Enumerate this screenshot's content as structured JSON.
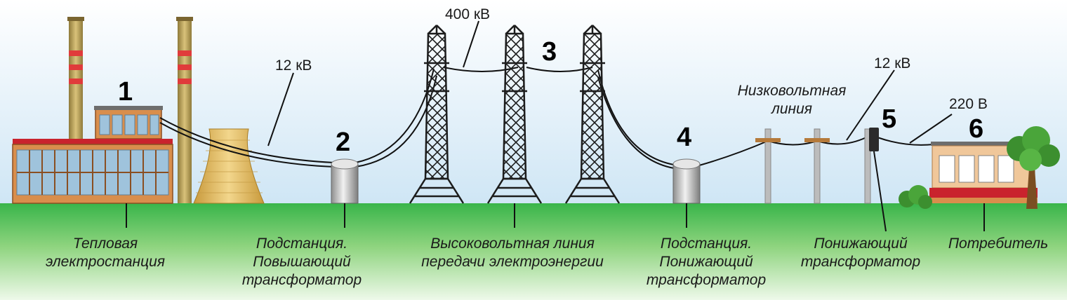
{
  "numbers": [
    "1",
    "2",
    "3",
    "4",
    "5",
    "6"
  ],
  "voltages": {
    "plant_line": "12 кВ",
    "high_voltage": "400 кВ",
    "low_voltage": "12 кВ",
    "consumer": "220 В"
  },
  "labels": {
    "power_plant": [
      "Тепловая",
      "электростанция"
    ],
    "step_up_substation": [
      "Подстанция.",
      "Повышающий",
      "трансформатор"
    ],
    "hv_line": [
      "Высоковольтная линия",
      "передачи электроэнергии"
    ],
    "step_down_substation": [
      "Подстанция.",
      "Понижающий",
      "трансформатор"
    ],
    "lv_line": [
      "Низковольтная",
      "линия"
    ],
    "step_down_transformer": [
      "Понижающий",
      "трансформатор"
    ],
    "consumer": [
      "Потребитель"
    ]
  },
  "colors": {
    "sky_top": "#ffffff",
    "sky_bottom": "#cfe6f5",
    "grass_top": "#39b54a",
    "grass_bottom": "#e8f7e2",
    "building_orange": "#d98e4c",
    "roof_red": "#c9232d",
    "window": "#9fc3dc",
    "cooling_tower": "#e8c370",
    "tower_steel": "#1c1c1c",
    "transformer_grey": "#bdbdbd"
  }
}
